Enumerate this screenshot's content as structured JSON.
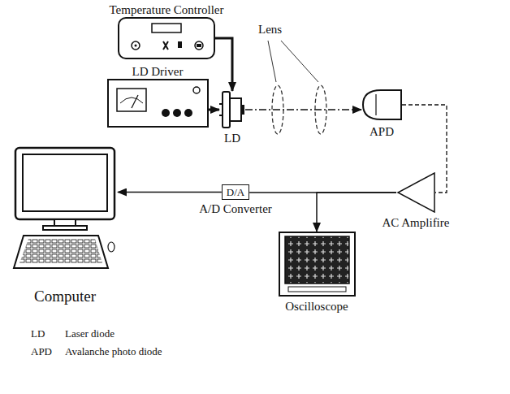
{
  "diagram": {
    "nodes": [
      {
        "text": [
          "Temperature Controller"
        ]
      },
      {
        "text": [
          "LD Driver"
        ]
      },
      {
        "text": [
          "LD"
        ]
      },
      {
        "text": [
          "APD"
        ]
      },
      {
        "text": [
          "AC Amplifire"
        ]
      },
      {
        "text": [
          "D/A",
          "A/D Converter"
        ]
      },
      {
        "text": [
          "Oscilloscope"
        ]
      },
      {
        "text": [
          "Computer"
        ]
      }
    ],
    "edges": [
      {
        "from": 0,
        "to": 2,
        "arrow": "to"
      },
      {
        "from": 1,
        "to": 2,
        "arrow": "to"
      },
      {
        "from": 2,
        "to": 3,
        "arrow": "to"
      },
      {
        "from": 3,
        "to": 4,
        "arrow": "none"
      },
      {
        "from": 4,
        "to": 5,
        "arrow": "none"
      },
      {
        "from": 5,
        "to": 7,
        "arrow": "to"
      },
      {
        "from": 4,
        "to": 6,
        "arrow": "to"
      }
    ],
    "labels": [
      "Lens",
      "LD",
      "Laser diode",
      "APD",
      "Avalanche photo diode"
    ]
  }
}
